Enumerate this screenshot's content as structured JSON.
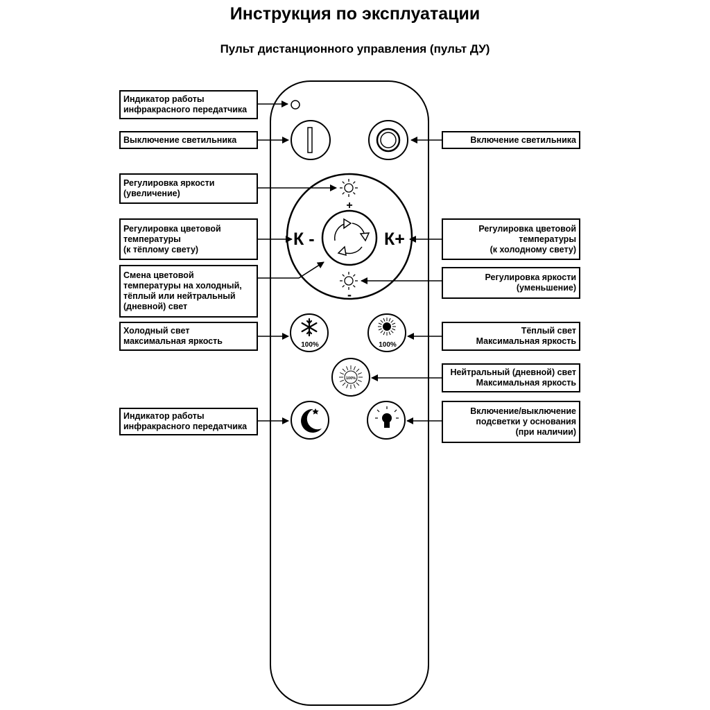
{
  "header": {
    "title": "Инструкция по эксплуатации",
    "subtitle": "Пульт дистанционного управления (пульт ДУ)"
  },
  "labels": {
    "ir_indicator_top": "Индикатор работы\nинфракрасного передатчика",
    "power_off": "Выключение светильника",
    "power_on": "Включение светильника",
    "brightness_up": "Регулировка яркости\n(увеличение)",
    "color_temp_warm": "Регулировка цветовой\nтемпературы\n(к тёплому свету)",
    "color_temp_cold": "Регулировка цветовой\nтемпературы\n(к холодному свету)",
    "color_cycle": "Смена цветовой\nтемпературы на холодный,\nтёплый или нейтральный\n(дневной) свет",
    "brightness_down": "Регулировка яркости\n(уменьшение)",
    "cold_max": "Холодный свет\nмаксимальная яркость",
    "warm_max": "Тёплый свет\nМаксимальная яркость",
    "neutral_max": "Нейтральный (дневной) свет\nМаксимальная яркость",
    "ir_indicator_bottom": "Индикатор работы\nинфракрасного передатчика",
    "base_light": "Включение/выключение\nподсветки у основания\n(при наличии)"
  },
  "remote": {
    "k_minus": "К -",
    "k_plus": "К+",
    "plus_sign": "+",
    "minus_sign": "-",
    "cold_pct": "100%",
    "warm_pct": "100%",
    "neutral_pct": "100%"
  },
  "icons": [
    "ir-led-icon",
    "power-off-icon",
    "power-on-icon",
    "sun-icon",
    "cycle-arrows-icon",
    "snowflake-icon",
    "warm-sun-icon",
    "neutral-sun-icon",
    "moon-star-icon",
    "bulb-icon"
  ]
}
